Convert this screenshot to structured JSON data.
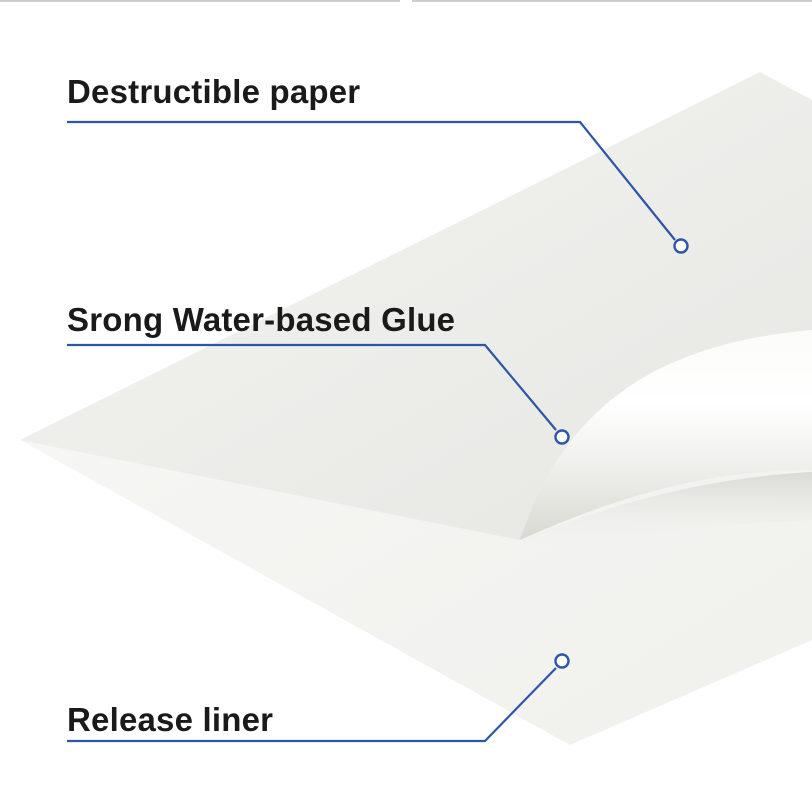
{
  "labels": {
    "destructible_paper": "Destructible paper",
    "glue": "Srong Water-based Glue",
    "release_liner": "Release liner"
  },
  "colors": {
    "callout_line": "#2d56a8",
    "label_text": "#1a1a1a",
    "background": "#ffffff"
  }
}
